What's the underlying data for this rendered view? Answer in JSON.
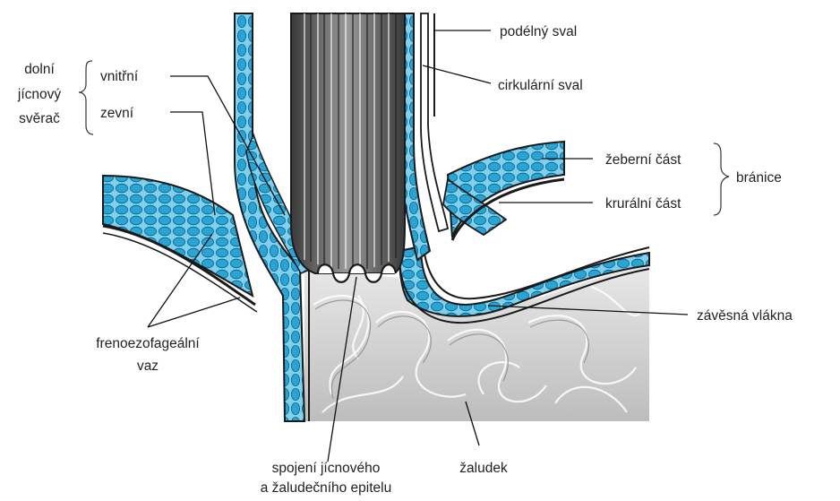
{
  "labels": {
    "podelny_sval": "podélný sval",
    "cirkularni_sval": "cirkulární sval",
    "dolni": "dolní",
    "jicnovy": "jícnový",
    "sverac": "svěrač",
    "vnitrni": "vnitřní",
    "zevni": "zevní",
    "zeberni_cast": "žeberní část",
    "kruralni_cast": "krurální část",
    "branice": "bránice",
    "zavesna_vlakna": "závěsná vlákna",
    "frenoezofagealni": "frenoezofageální",
    "vaz": "vaz",
    "spojeni_line1": "spojení jícnového",
    "spojeni_line2": "a žaludečního epitelu",
    "zaludek": "žaludek"
  },
  "colors": {
    "muscle_blue": "#2aa4d4",
    "muscle_light": "#7fd0ef",
    "outline": "#1a1a1a",
    "stomach_gray": "#cfcfcf",
    "lumen_dark": "#555555"
  }
}
